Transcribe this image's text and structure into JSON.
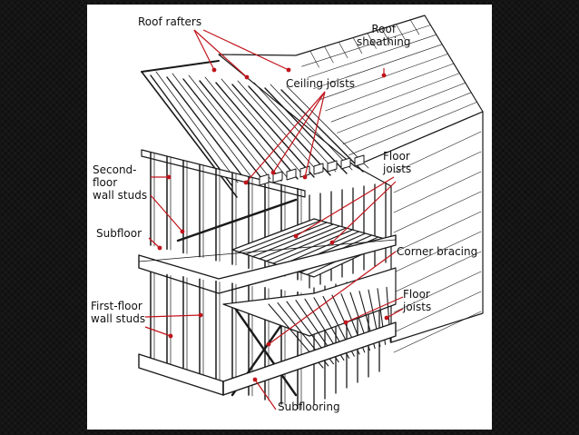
{
  "diagram": {
    "labels": {
      "roof_rafters": "Roof rafters",
      "roof_sheathing": "Roof\nsheathing",
      "ceiling_joists": "Ceiling joists",
      "second_floor_wall_studs": "Second-\nfloor\nwall studs",
      "subfloor": "Subfloor",
      "floor_joists_upper": "Floor\njoists",
      "corner_bracing": "Corner bracing",
      "first_floor_wall_studs": "First-floor\nwall studs",
      "floor_joists_lower": "Floor\njoists",
      "subflooring": "Subflooring"
    },
    "colors": {
      "leader": "#c0141b",
      "line": "#1a1a1a",
      "background": "#ffffff",
      "slide_frame": "#141414"
    }
  }
}
